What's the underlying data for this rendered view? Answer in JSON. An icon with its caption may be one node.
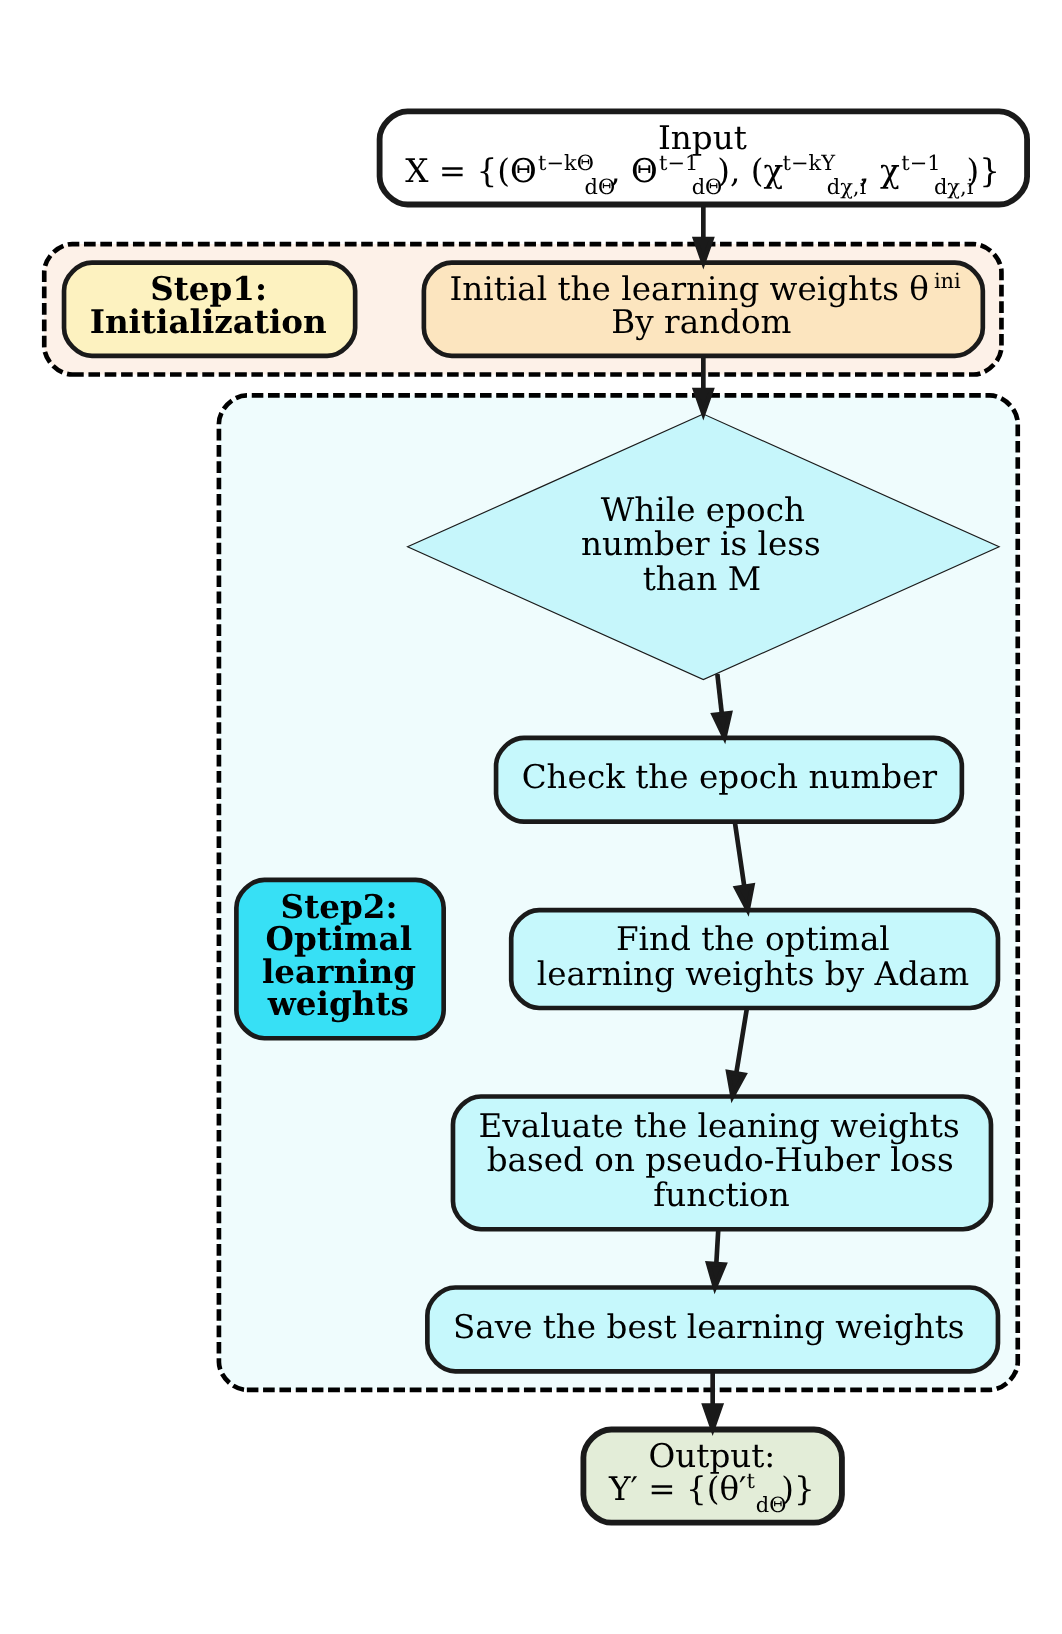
{
  "diagram": {
    "nodes": [
      {
        "text": [
          "Input",
          "X = {(Θ$^{t−kΘ}$$_{dΘ}$, Θ$^{t−1}$$_{dΘ}$), (χ$^{t−kY}$$_{dχ,i}$, χ$^{t−1}$$_{dχ,i}$)}"
        ]
      },
      {
        "text": [],
        "shape": "box"
      },
      {
        "text": [
          "Initial the learning weights θ$^{ini}$ By random"
        ],
        "in": 1
      },
      {
        "text": [
          "Step1: Initialization"
        ],
        "in": 1
      },
      {
        "text": [],
        "shape": "box"
      },
      {
        "text": [
          "While epoch number is less than M"
        ],
        "in": 4
      },
      {
        "text": [
          "Check the epoch number"
        ],
        "in": 4
      },
      {
        "text": [
          "Find the optimal learning weights by Adam"
        ],
        "in": 4
      },
      {
        "text": [
          "Evaluate the leaning weights based on pseudo-Huber loss function"
        ],
        "in": 4
      },
      {
        "text": [
          "Save the best learning weights"
        ],
        "in": 4
      },
      {
        "text": [
          "Step2: Optimal learning weights"
        ],
        "in": 4
      },
      {
        "text": [
          "Output:",
          "Y′ = {(θ′$^{t}$$_{dΘ}$)}"
        ]
      }
    ],
    "edges": [
      {
        "from": 0,
        "to": 2,
        "arrow": "to"
      },
      {
        "from": 2,
        "to": 5,
        "arrow": "to"
      },
      {
        "from": 5,
        "to": 6,
        "arrow": "to"
      },
      {
        "from": 6,
        "to": 7,
        "arrow": "to"
      },
      {
        "from": 7,
        "to": 8,
        "arrow": "to"
      },
      {
        "from": 8,
        "to": 9,
        "arrow": "to"
      },
      {
        "from": 9,
        "to": 11,
        "arrow": "to"
      }
    ]
  }
}
